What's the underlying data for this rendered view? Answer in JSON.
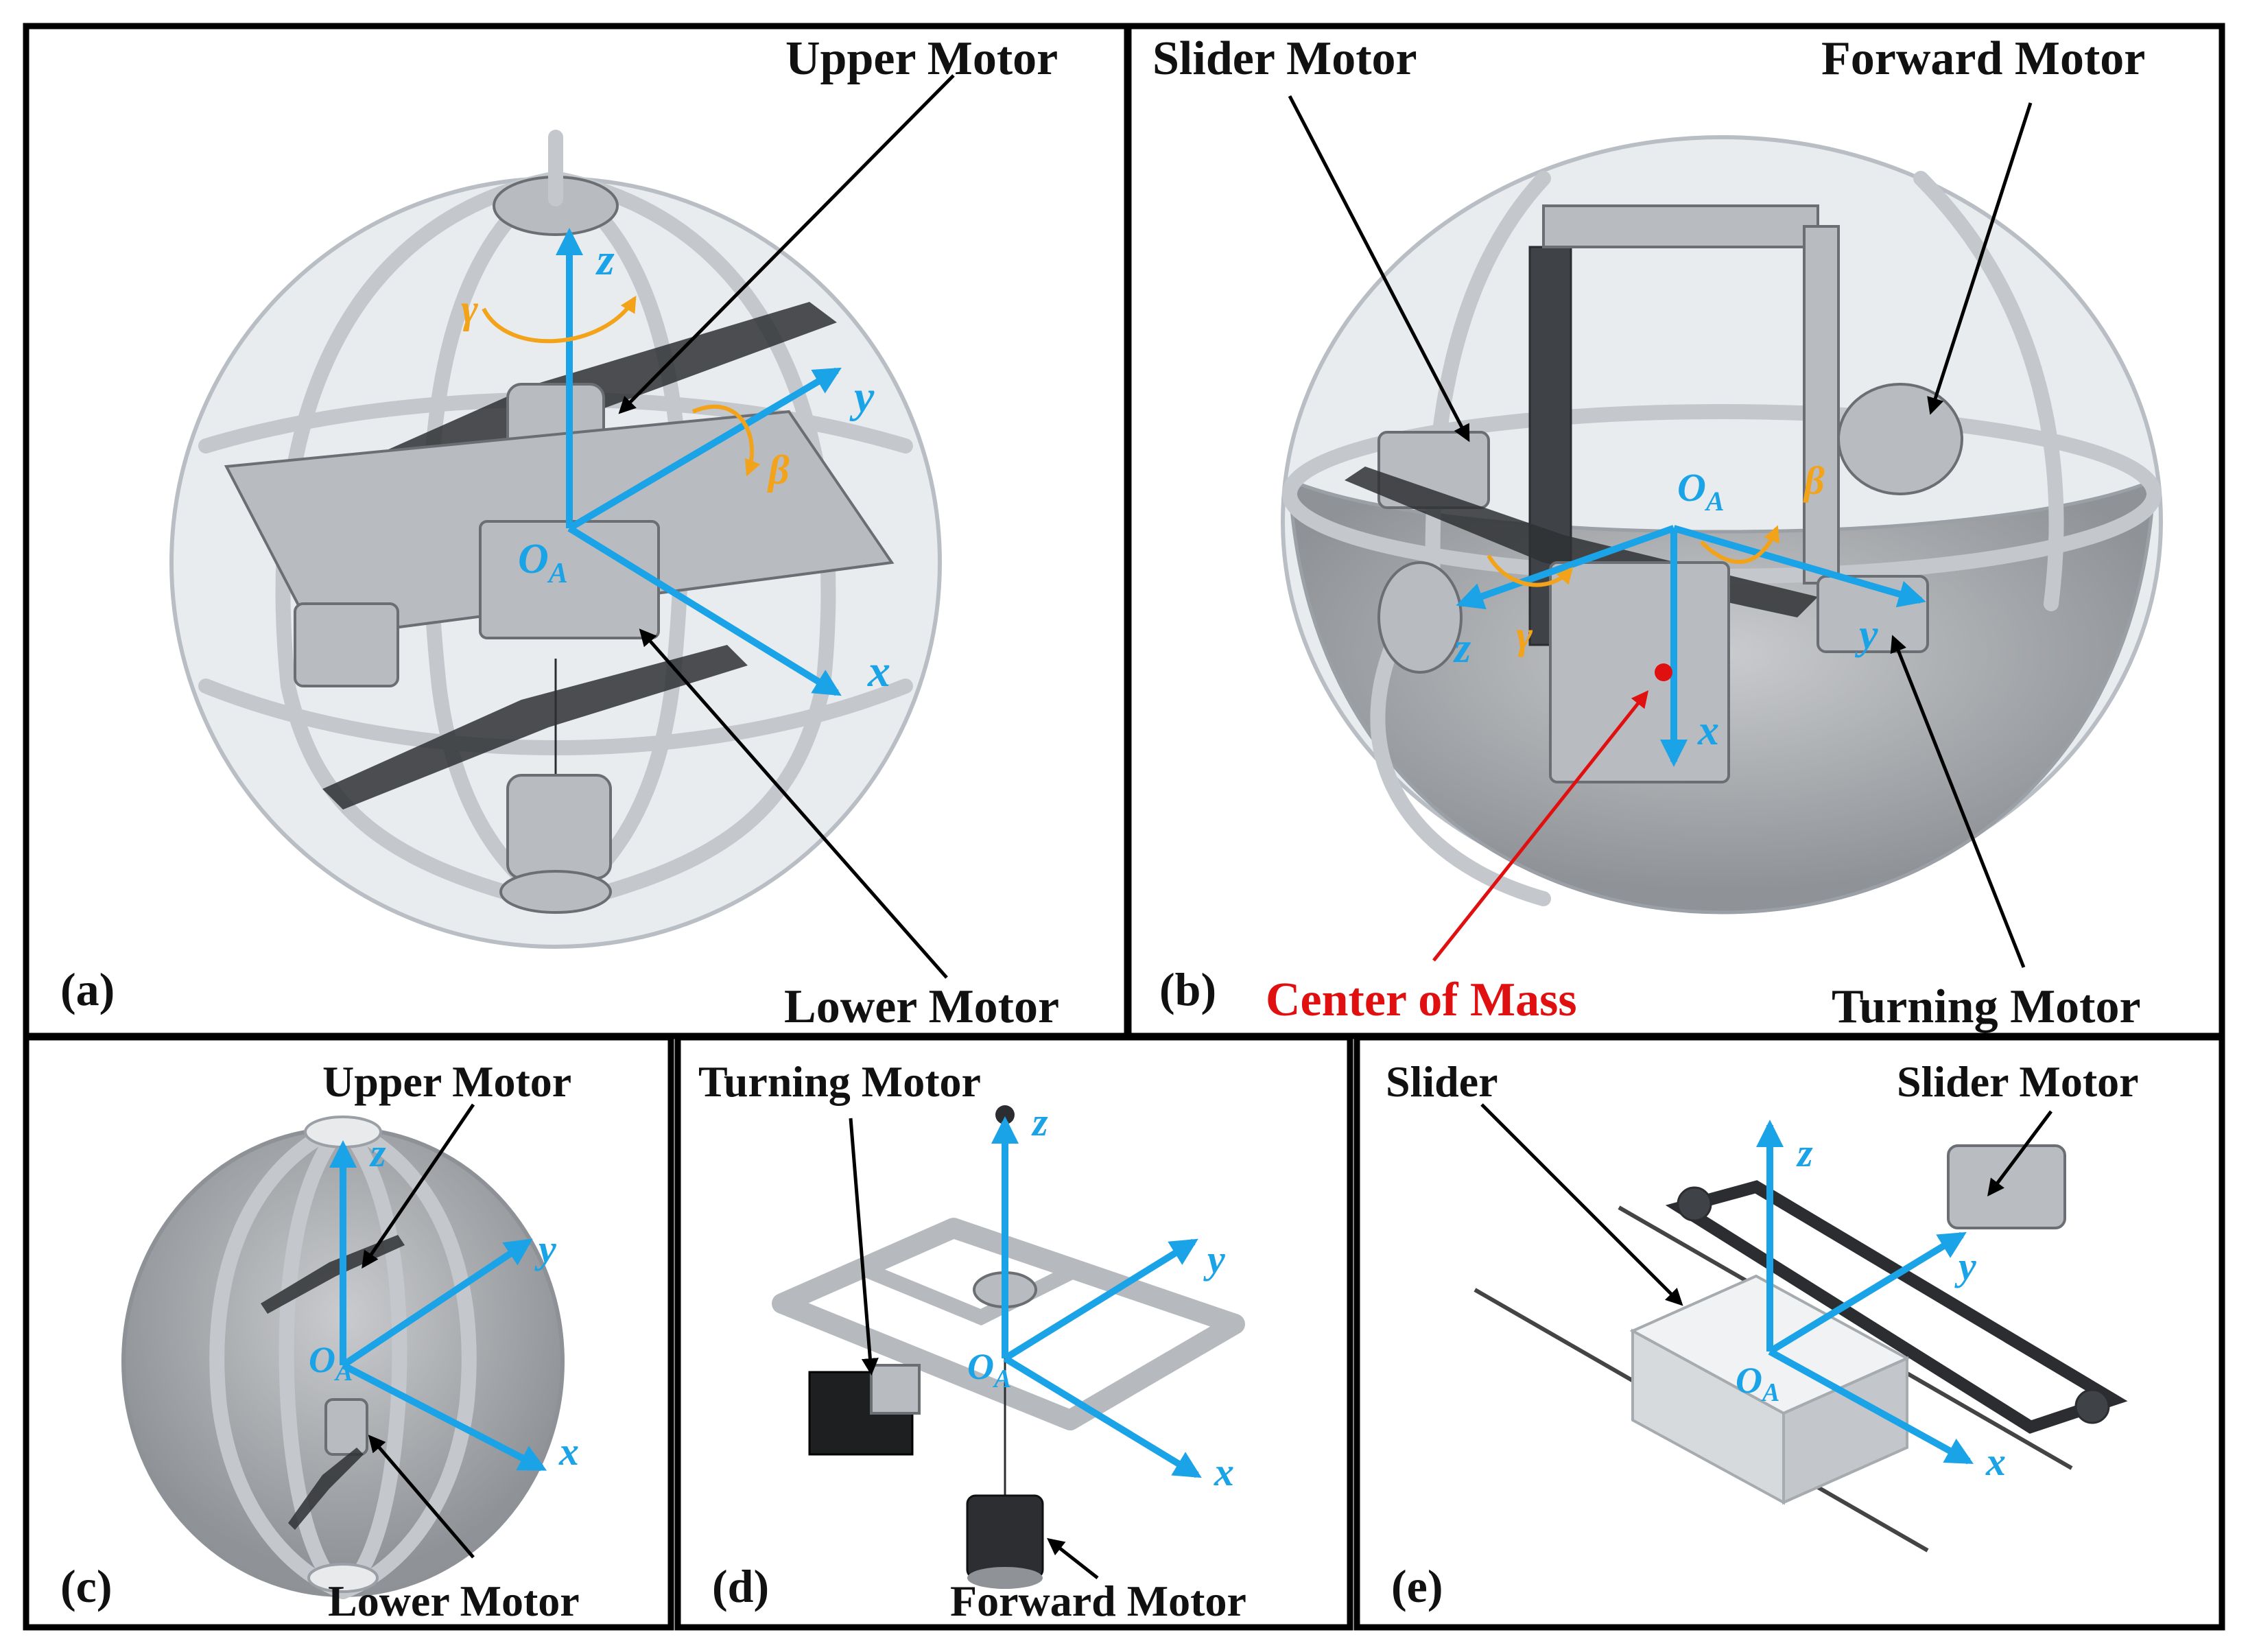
{
  "panels": {
    "a": {
      "tag": "(a)",
      "upper_motor": "Upper Motor",
      "lower_motor": "Lower Motor",
      "axis_z": "z",
      "axis_y": "y",
      "axis_x": "x",
      "origin_main": "O",
      "origin_sub": "A",
      "angle_gamma": "γ",
      "angle_beta": "β"
    },
    "b": {
      "tag": "(b)",
      "slider_motor": "Slider Motor",
      "forward_motor": "Forward Motor",
      "turning_motor": "Turning Motor",
      "center_of_mass": "Center of Mass",
      "axis_z": "z",
      "axis_y": "y",
      "axis_x": "x",
      "origin_main": "O",
      "origin_sub": "A",
      "angle_gamma": "γ",
      "angle_beta": "β"
    },
    "c": {
      "tag": "(c)",
      "upper_motor": "Upper Motor",
      "lower_motor": "Lower Motor",
      "axis_z": "z",
      "axis_y": "y",
      "axis_x": "x",
      "origin_main": "O",
      "origin_sub": "A"
    },
    "d": {
      "tag": "(d)",
      "turning_motor": "Turning Motor",
      "forward_motor": "Forward Motor",
      "axis_z": "z",
      "axis_y": "y",
      "axis_x": "x",
      "origin_main": "O",
      "origin_sub": "A"
    },
    "e": {
      "tag": "(e)",
      "slider": "Slider",
      "slider_motor": "Slider Motor",
      "axis_z": "z",
      "axis_y": "y",
      "axis_x": "x",
      "origin_main": "O",
      "origin_sub": "A"
    }
  },
  "colors": {
    "axis": "#1aa3e6",
    "angle": "#f2a31a",
    "center_of_mass": "#e01010",
    "border": "#000000"
  }
}
